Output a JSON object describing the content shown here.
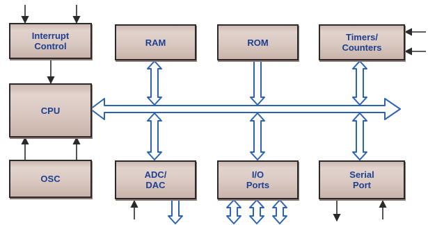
{
  "colors": {
    "text": "#1f3f8f",
    "bus_fill": "#ffffff",
    "bus_stroke": "#2b62b8",
    "block_border": "#2a2a2a",
    "line": "#2a2a2a"
  },
  "blocks": {
    "interrupt": "Interrupt\nControl",
    "ram": "RAM",
    "rom": "ROM",
    "timers": "Timers/\nCounters",
    "cpu": "CPU",
    "osc": "OSC",
    "adc": "ADC/\nDAC",
    "io": "I/O\nPorts",
    "serial": "Serial\nPort"
  }
}
